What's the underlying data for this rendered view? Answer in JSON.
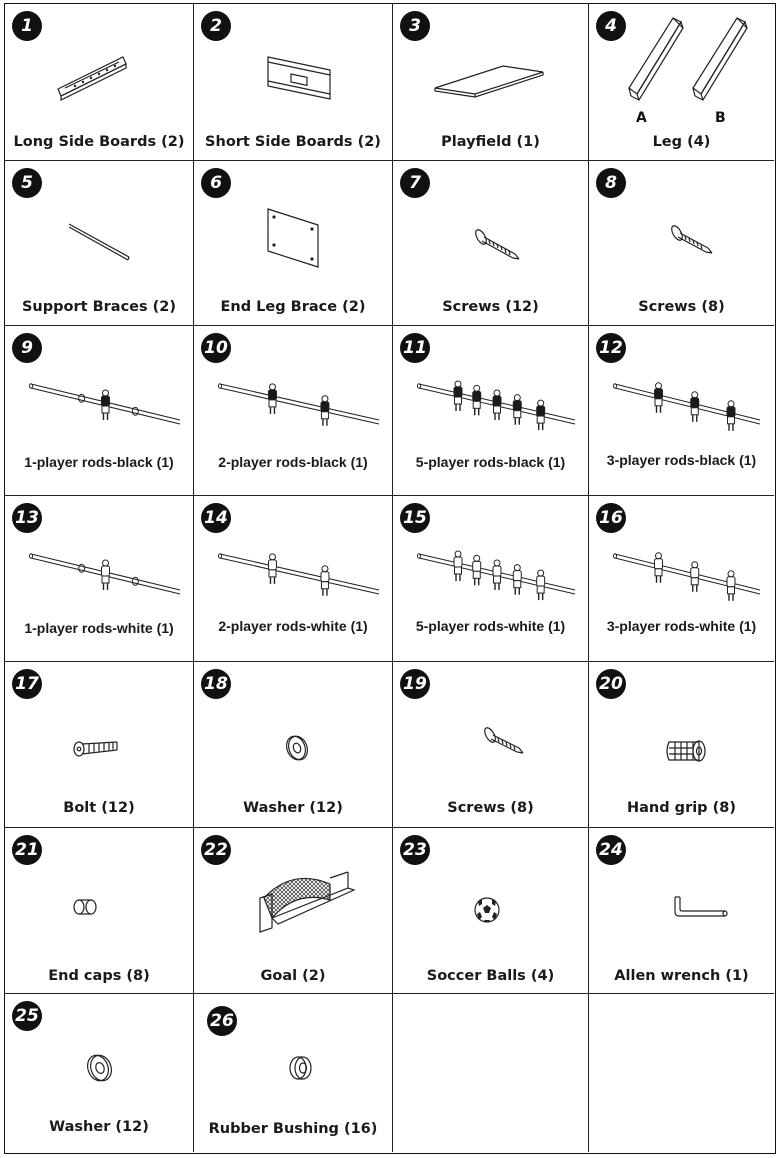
{
  "items": [
    {
      "number": "1",
      "label": "Long Side Boards (2)"
    },
    {
      "number": "2",
      "label": "Short Side Boards (2)"
    },
    {
      "number": "3",
      "label": "Playfield (1)"
    },
    {
      "number": "4",
      "label": "Leg (4)",
      "sublabels": [
        "A",
        "B"
      ]
    },
    {
      "number": "5",
      "label": "Support Braces (2)"
    },
    {
      "number": "6",
      "label": "End Leg Brace (2)"
    },
    {
      "number": "7",
      "label": "Screws (12)"
    },
    {
      "number": "8",
      "label": "Screws (8)"
    },
    {
      "number": "9",
      "label": "1-player rods-black (1)"
    },
    {
      "number": "10",
      "label": "2-player rods-black (1)"
    },
    {
      "number": "11",
      "label": "5-player rods-black (1)"
    },
    {
      "number": "12",
      "label": "3-player rods-black (1)"
    },
    {
      "number": "13",
      "label": "1-player rods-white (1)"
    },
    {
      "number": "14",
      "label": "2-player rods-white (1)"
    },
    {
      "number": "15",
      "label": "5-player rods-white (1)"
    },
    {
      "number": "16",
      "label": "3-player rods-white (1)"
    },
    {
      "number": "17",
      "label": "Bolt (12)"
    },
    {
      "number": "18",
      "label": "Washer (12)"
    },
    {
      "number": "19",
      "label": "Screws (8)"
    },
    {
      "number": "20",
      "label": "Hand grip (8)"
    },
    {
      "number": "21",
      "label": "End caps (8)"
    },
    {
      "number": "22",
      "label": "Goal (2)"
    },
    {
      "number": "23",
      "label": "Soccer Balls (4)"
    },
    {
      "number": "24",
      "label": "Allen wrench (1)"
    },
    {
      "number": "25",
      "label": "Washer (12)"
    },
    {
      "number": "26",
      "label": "Rubber Bushing (16)"
    }
  ]
}
